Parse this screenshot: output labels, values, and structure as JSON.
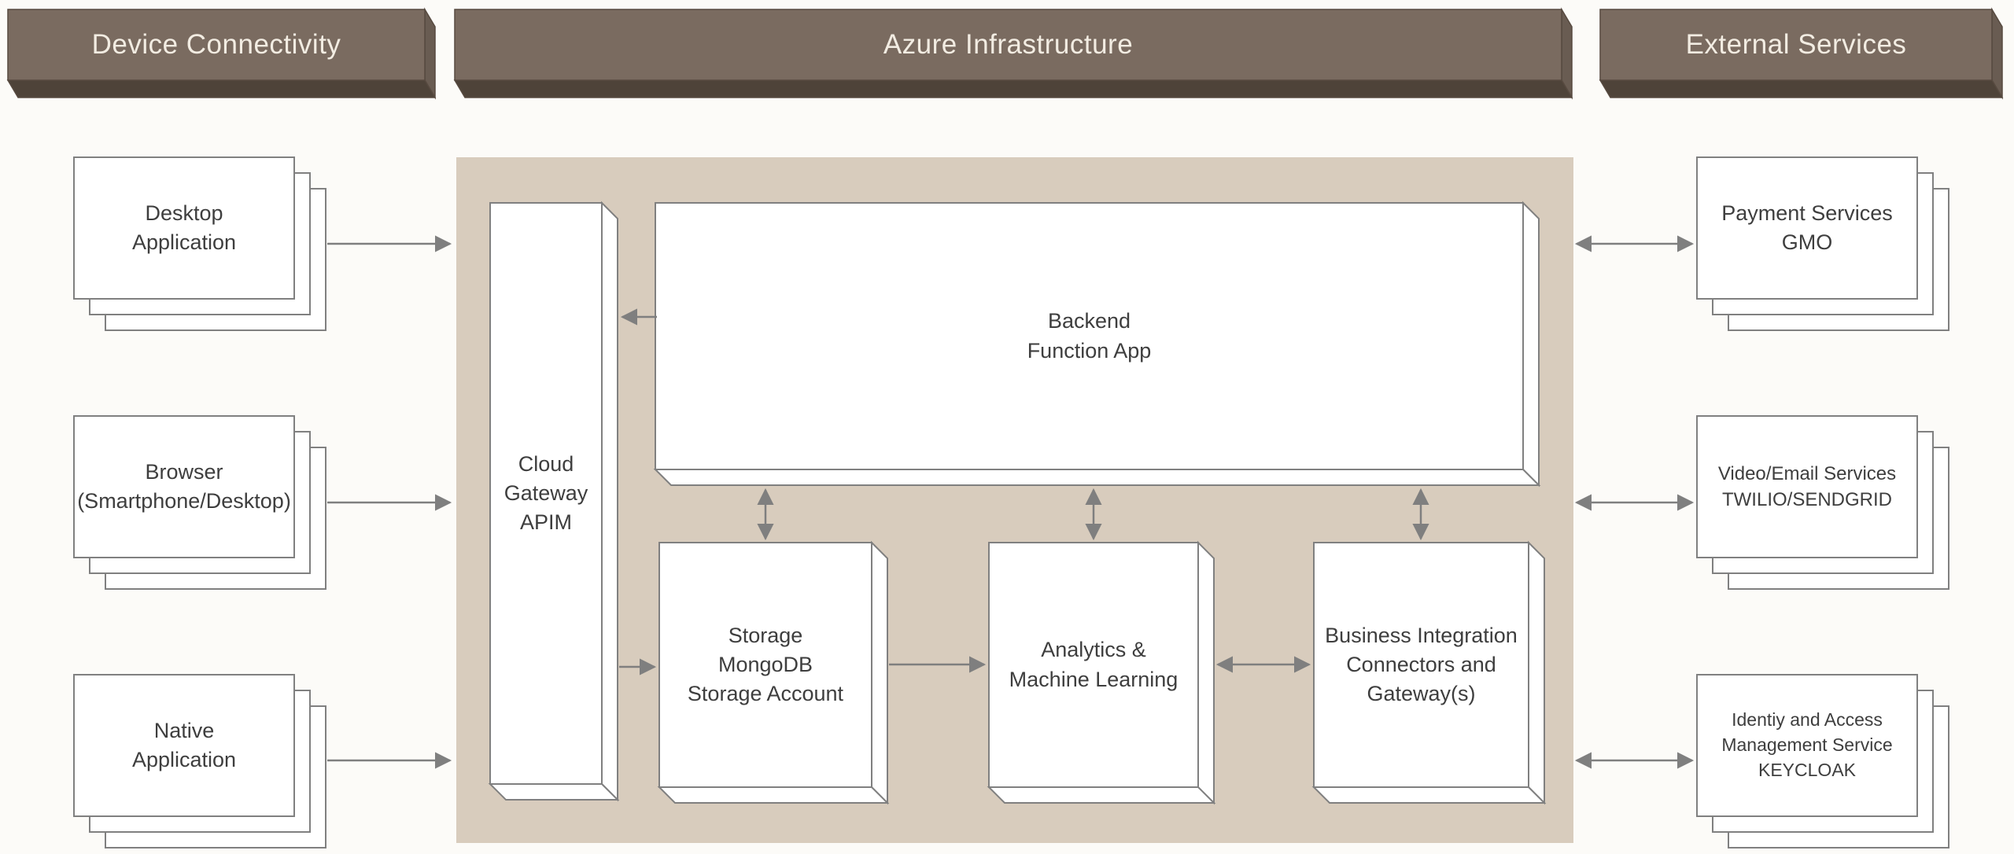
{
  "colors": {
    "container_bg": "#d8ccbd",
    "header_face": "#7a6b60",
    "header_side": "#695c52",
    "header_bottom": "#4e4339",
    "header_text": "#f2ece2",
    "box_border": "#808080",
    "box_fill": "#ffffff",
    "arrow": "#7f7f7f",
    "node_text": "#3e3e3e",
    "page_bg": "#fcfbf8"
  },
  "sections": {
    "device": {
      "title": "Device Connectivity"
    },
    "azure": {
      "title": "Azure Infrastructure"
    },
    "external": {
      "title": "External Services"
    }
  },
  "device_nodes": [
    {
      "id": "desktop-application",
      "label": "Desktop\nApplication"
    },
    {
      "id": "browser",
      "label": "Browser\n(Smartphone/Desktop)"
    },
    {
      "id": "native-application",
      "label": "Native\nApplication"
    }
  ],
  "azure_nodes": [
    {
      "id": "cloud-gateway-apim",
      "label": "Cloud\nGateway\nAPIM"
    },
    {
      "id": "backend-function-app",
      "label": "Backend\nFunction App"
    },
    {
      "id": "storage-mongodb",
      "label": "Storage\nMongoDB\nStorage Account"
    },
    {
      "id": "analytics-ml",
      "label": "Analytics &\nMachine Learning"
    },
    {
      "id": "business-integration",
      "label": "Business Integration\nConnectors and\nGateway(s)"
    }
  ],
  "external_nodes": [
    {
      "id": "payment-services",
      "label": "Payment Services\nGMO"
    },
    {
      "id": "video-email-services",
      "label": "Video/Email Services\nTWILIO/SENDGRID"
    },
    {
      "id": "identity-management",
      "label": "Identiy and Access\nManagement Service\nKEYCLOAK"
    }
  ]
}
